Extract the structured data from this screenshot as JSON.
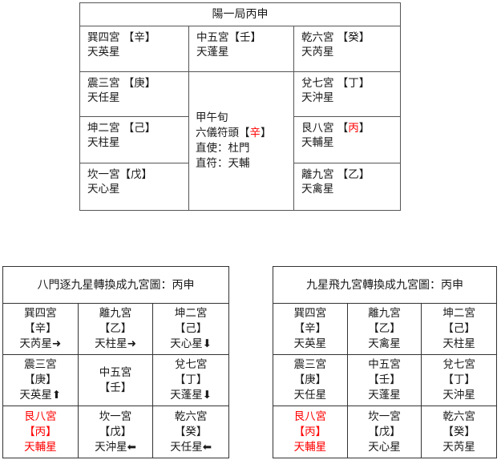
{
  "top_chart": {
    "title": "陽一局丙申",
    "left_column": [
      {
        "palace": "巽四宮 【辛】",
        "star": "天英星"
      },
      {
        "palace": "震三宮 【庚】",
        "star": "天任星"
      },
      {
        "palace": "坤二宮 【己】",
        "star": "天柱星"
      },
      {
        "palace": "坎一宮【戊】",
        "star": "天心星"
      }
    ],
    "middle_top": {
      "palace": "中五宮【壬】",
      "star": "天蓬星"
    },
    "middle_merged": {
      "line1": "甲午旬",
      "line2_prefix": " 六儀符頭【",
      "line2_stem": "辛",
      "line2_suffix": "】",
      "line3": "直使：杜門",
      "line4": "直符：天輔"
    },
    "right_column": [
      {
        "palace": "乾六宮 【癸】",
        "star": "天芮星",
        "stem_red": false
      },
      {
        "palace": "兌七宮 【丁】",
        "star": "天沖星",
        "stem_red": false
      },
      {
        "palace_prefix": "艮八宮 【",
        "stem": "丙",
        "palace_suffix": "】",
        "star": "天輔星",
        "stem_red": true
      },
      {
        "palace": "離九宮 【乙】",
        "star": "天禽星",
        "stem_red": false
      }
    ]
  },
  "bottom_left": {
    "title": "八門逐九星轉換成九宮圖：丙申",
    "cells": [
      {
        "palace": "巽四宮",
        "stem": "【辛】",
        "star": "天芮星➜",
        "red": false
      },
      {
        "palace": "離九宮",
        "stem": "【乙】",
        "star": "天柱星➜",
        "red": false
      },
      {
        "palace": "坤二宮",
        "stem": "【己】",
        "star": "天心星⬇",
        "red": false
      },
      {
        "palace": "震三宮",
        "stem": "【庚】",
        "star": "天英星⬆",
        "red": false
      },
      {
        "palace": "中五宮",
        "stem": "【壬】",
        "star": "",
        "red": false
      },
      {
        "palace": "兌七宮",
        "stem": "【丁】",
        "star": "天蓬星⬇",
        "red": false
      },
      {
        "palace": "艮八宮",
        "stem": "【丙】",
        "star": "天輔星",
        "red": true
      },
      {
        "palace": "坎一宮",
        "stem": "【戊】",
        "star": "天沖星⬅",
        "red": false
      },
      {
        "palace": "乾六宮",
        "stem": "【癸】",
        "star": "天任星⬅",
        "red": false
      }
    ]
  },
  "bottom_right": {
    "title": "九星飛九宮轉換成九宮圖：丙申",
    "cells": [
      {
        "palace": "巽四宮",
        "stem": "【辛】",
        "star": "天英星",
        "red": false
      },
      {
        "palace": "離九宮",
        "stem": "【乙】",
        "star": "天禽星",
        "red": false
      },
      {
        "palace": "坤二宮",
        "stem": "【己】",
        "star": "天柱星",
        "red": false
      },
      {
        "palace": "震三宮",
        "stem": "【庚】",
        "star": "天任星",
        "red": false
      },
      {
        "palace": "中五宮",
        "stem": "【壬】",
        "star": "天蓬星",
        "red": false
      },
      {
        "palace": "兌七宮",
        "stem": "【丁】",
        "star": "天沖星",
        "red": false
      },
      {
        "palace": "艮八宮",
        "stem": "【丙】",
        "star": "天輔星",
        "red": true
      },
      {
        "palace": "坎一宮",
        "stem": "【戊】",
        "star": "天心星",
        "red": false
      },
      {
        "palace": "乾六宮",
        "stem": "【癸】",
        "star": "天芮星",
        "red": false
      }
    ]
  },
  "colors": {
    "highlight": "#ff0000",
    "border": "#555555",
    "text": "#1a1a1a"
  }
}
